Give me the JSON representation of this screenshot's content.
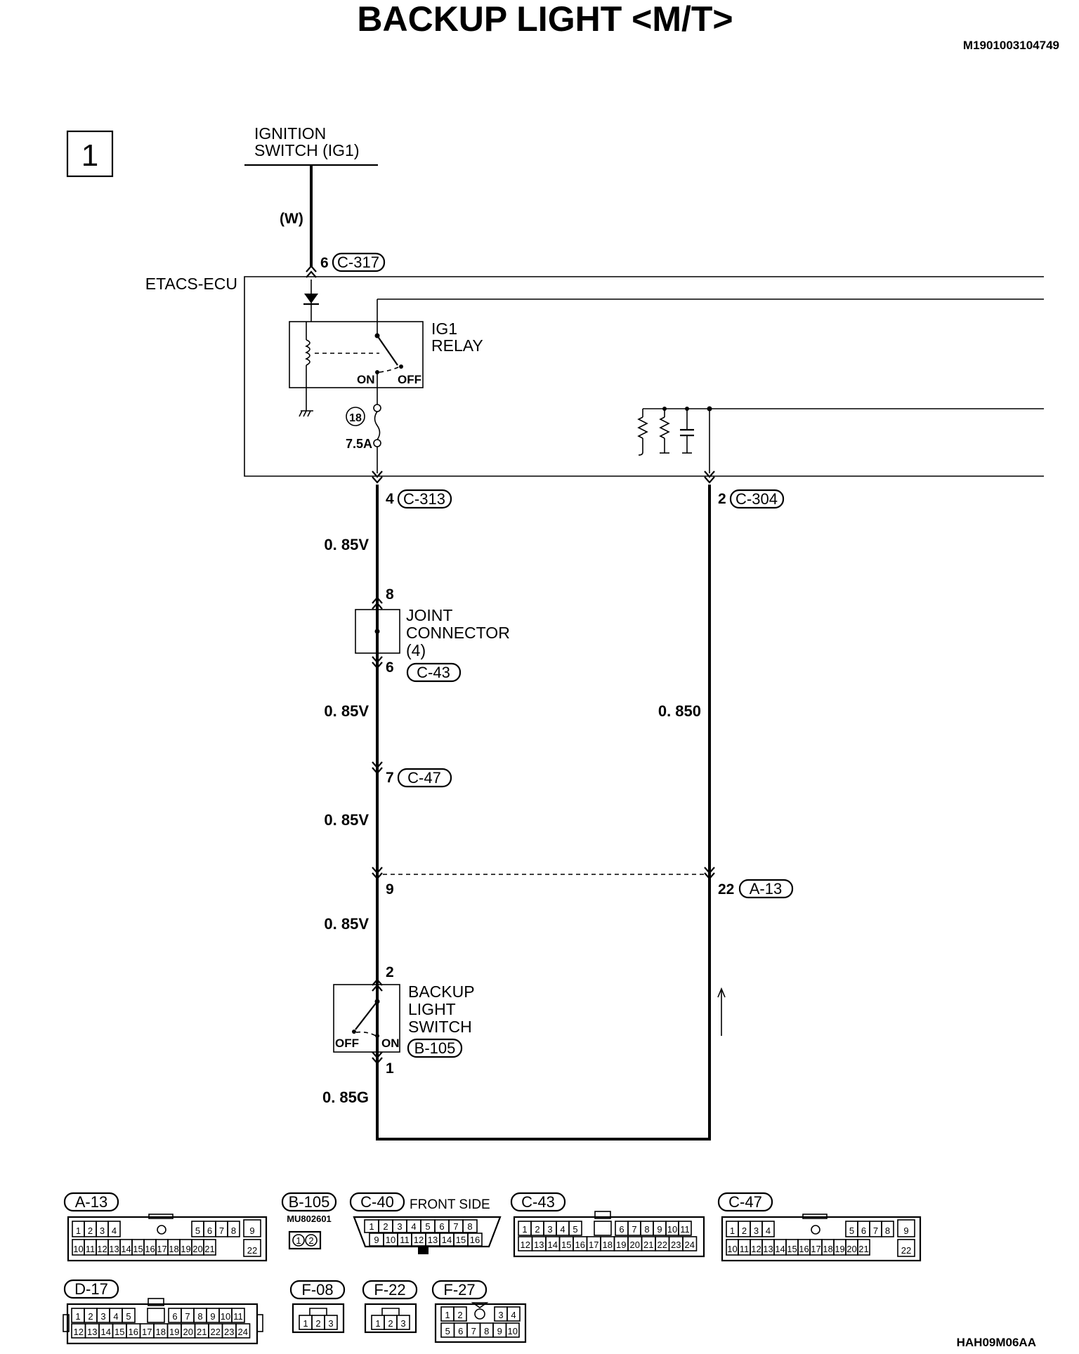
{
  "title": "BACKUP LIGHT <M/T>",
  "doc_code": "M1901003104749",
  "figure_code": "HAH09M06AA",
  "page_box": "1",
  "ignition": {
    "line1": "IGNITION",
    "line2": "SWITCH (IG1)",
    "wire_color": "(W)"
  },
  "ecu": {
    "name": "ETACS-ECU",
    "relay_line1": "IG1",
    "relay_line2": "RELAY",
    "on": "ON",
    "off": "OFF",
    "fuse_no": "18",
    "fuse_rating": "7.5A"
  },
  "terminals": {
    "t_c317_pin": "6",
    "t_c317": "C-317",
    "t_c313_pin": "4",
    "t_c313": "C-313",
    "t_c304_pin": "2",
    "t_c304": "C-304",
    "t_jc_in": "8",
    "t_jc_out": "6",
    "t_c43": "C-43",
    "t_c47_pin": "7",
    "t_c47": "C-47",
    "t_9": "9",
    "t_a13_pin": "22",
    "t_a13": "A-13",
    "t_sw_in": "2",
    "t_sw_out": "1"
  },
  "joint_connector": {
    "line1": "JOINT",
    "line2": "CONNECTOR",
    "line3": "(4)"
  },
  "backup_switch": {
    "line1": "BACKUP",
    "line2": "LIGHT",
    "line3": "SWITCH",
    "connector": "B-105",
    "off": "OFF",
    "on": "ON"
  },
  "wires": {
    "w1": "0. 85V",
    "w2": "0. 85V",
    "w3": "0. 85V",
    "w4": "0. 85V",
    "w5": "0. 85G",
    "w6": "0. 850"
  },
  "connectors": {
    "a13": {
      "label": "A-13",
      "row1": [
        "1",
        "2",
        "3",
        "4",
        "5",
        "6",
        "7",
        "8",
        "9"
      ],
      "row2": [
        "10",
        "11",
        "12",
        "13",
        "14",
        "15",
        "16",
        "17",
        "18",
        "19",
        "20",
        "21",
        "22"
      ]
    },
    "b105": {
      "label": "B-105",
      "part": "MU802601",
      "pins": [
        "1",
        "2"
      ]
    },
    "c40": {
      "label": "C-40",
      "note": "FRONT SIDE",
      "row1": [
        "1",
        "2",
        "3",
        "4",
        "5",
        "6",
        "7",
        "8"
      ],
      "row2": [
        "9",
        "10",
        "11",
        "12",
        "13",
        "14",
        "15",
        "16"
      ]
    },
    "c43": {
      "label": "C-43",
      "row1": [
        "1",
        "2",
        "3",
        "4",
        "5",
        "6",
        "7",
        "8",
        "9",
        "10",
        "11"
      ],
      "row2": [
        "12",
        "13",
        "14",
        "15",
        "16",
        "17",
        "18",
        "19",
        "20",
        "21",
        "22",
        "23",
        "24"
      ]
    },
    "c47": {
      "label": "C-47",
      "row1": [
        "1",
        "2",
        "3",
        "4",
        "5",
        "6",
        "7",
        "8",
        "9"
      ],
      "row2": [
        "10",
        "11",
        "12",
        "13",
        "14",
        "15",
        "16",
        "17",
        "18",
        "19",
        "20",
        "21",
        "22"
      ]
    },
    "d17": {
      "label": "D-17",
      "row1": [
        "1",
        "2",
        "3",
        "4",
        "5",
        "6",
        "7",
        "8",
        "9",
        "10",
        "11"
      ],
      "row2": [
        "12",
        "13",
        "14",
        "15",
        "16",
        "17",
        "18",
        "19",
        "20",
        "21",
        "22",
        "23",
        "24"
      ]
    },
    "f08": {
      "label": "F-08",
      "pins": [
        "1",
        "2",
        "3"
      ]
    },
    "f22": {
      "label": "F-22",
      "pins": [
        "1",
        "2",
        "3"
      ]
    },
    "f27": {
      "label": "F-27",
      "row1": [
        "1",
        "2",
        "3",
        "4"
      ],
      "row2": [
        "5",
        "6",
        "7",
        "8",
        "9",
        "10"
      ]
    }
  }
}
